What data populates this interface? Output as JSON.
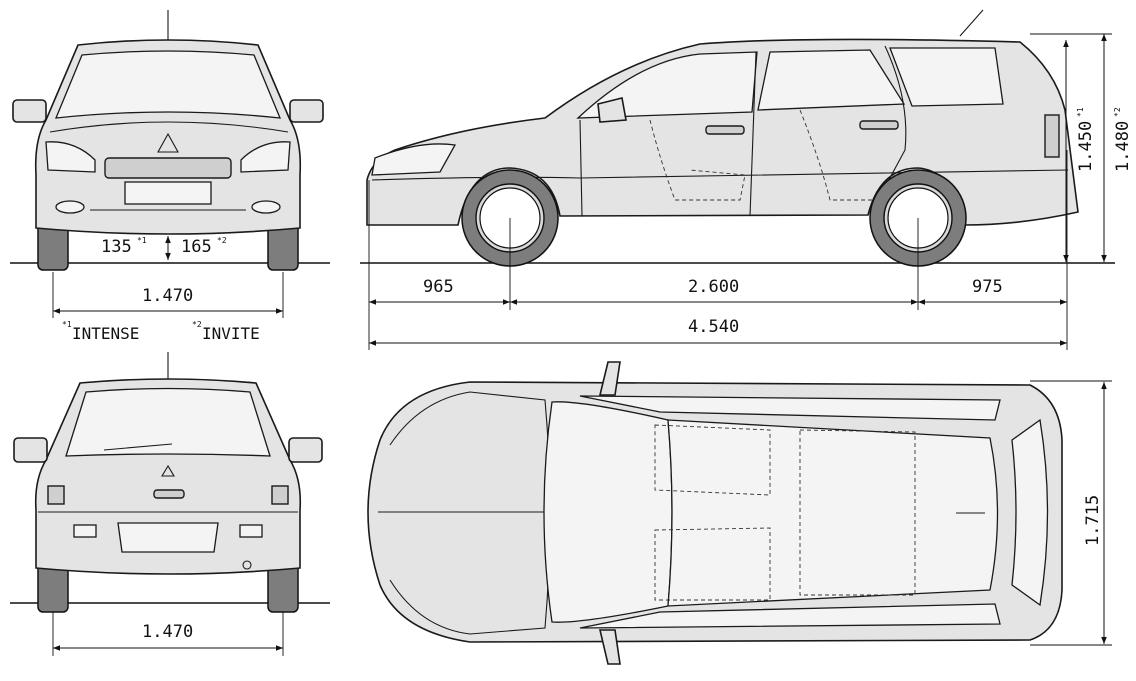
{
  "front_view": {
    "clearance_intense": "135",
    "clearance_intense_mark": "*1",
    "clearance_invite": "165",
    "clearance_invite_mark": "*2",
    "track_width": "1.470"
  },
  "legend": {
    "intense_mark": "*1",
    "intense_label": "INTENSE",
    "invite_mark": "*2",
    "invite_label": "INVITE"
  },
  "side_view": {
    "front_overhang": "965",
    "wheelbase": "2.600",
    "rear_overhang": "975",
    "overall_length": "4.540",
    "height_intense": "1.450",
    "height_intense_mark": "*1",
    "height_invite": "1.480",
    "height_invite_mark": "*2"
  },
  "rear_view": {
    "track_width": "1.470"
  },
  "top_view": {
    "overall_width": "1.715"
  }
}
